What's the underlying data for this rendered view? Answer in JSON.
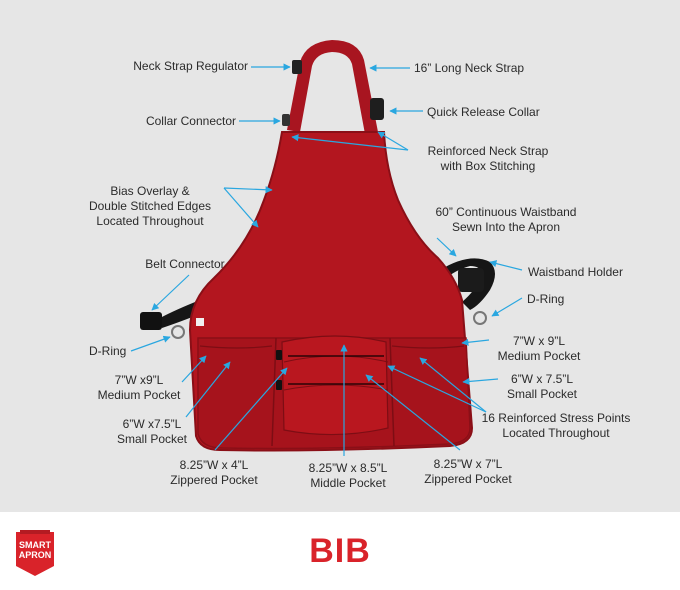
{
  "colors": {
    "apron": "#b3161f",
    "apron_dark": "#8a0f17",
    "accent": "#d9232a",
    "arrow": "#2aa7e0",
    "background": "#e6e6e6"
  },
  "labels": {
    "neck_strap_regulator": "Neck Strap Regulator",
    "long_neck_strap": "16” Long Neck Strap",
    "quick_release_collar": "Quick Release Collar",
    "collar_connector": "Collar Connector",
    "reinforced_neck_strap_1": "Reinforced Neck Strap",
    "reinforced_neck_strap_2": "with Box Stitching",
    "bias_overlay_1": "Bias Overlay &",
    "bias_overlay_2": "Double Stitched Edges",
    "bias_overlay_3": "Located Throughout",
    "waistband_1": "60” Continuous Waistband",
    "waistband_2": "Sewn Into the Apron",
    "belt_connector": "Belt Connector",
    "waistband_holder": "Waistband Holder",
    "d_ring_right": "D-Ring",
    "d_ring_left": "D-Ring",
    "medium_pocket_right_1": "7”W x 9”L",
    "medium_pocket_right_2": "Medium Pocket",
    "medium_pocket_left_1": "7”W x9”L",
    "medium_pocket_left_2": "Medium Pocket",
    "small_pocket_right_1": "6”W x 7.5”L",
    "small_pocket_right_2": "Small Pocket",
    "small_pocket_left_1": "6”W x7.5”L",
    "small_pocket_left_2": "Small Pocket",
    "stress_points_1": "16 Reinforced Stress Points",
    "stress_points_2": "Located Throughout",
    "zip_left_1": "8.25”W x 4”L",
    "zip_left_2": "Zippered Pocket",
    "middle_1": "8.25”W x 8.5”L",
    "middle_2": "Middle Pocket",
    "zip_right_1": "8.25”W x 7”L",
    "zip_right_2": "Zippered Pocket"
  },
  "logo": {
    "line1": "SMART",
    "line2": "APRON"
  },
  "title": "BIB"
}
